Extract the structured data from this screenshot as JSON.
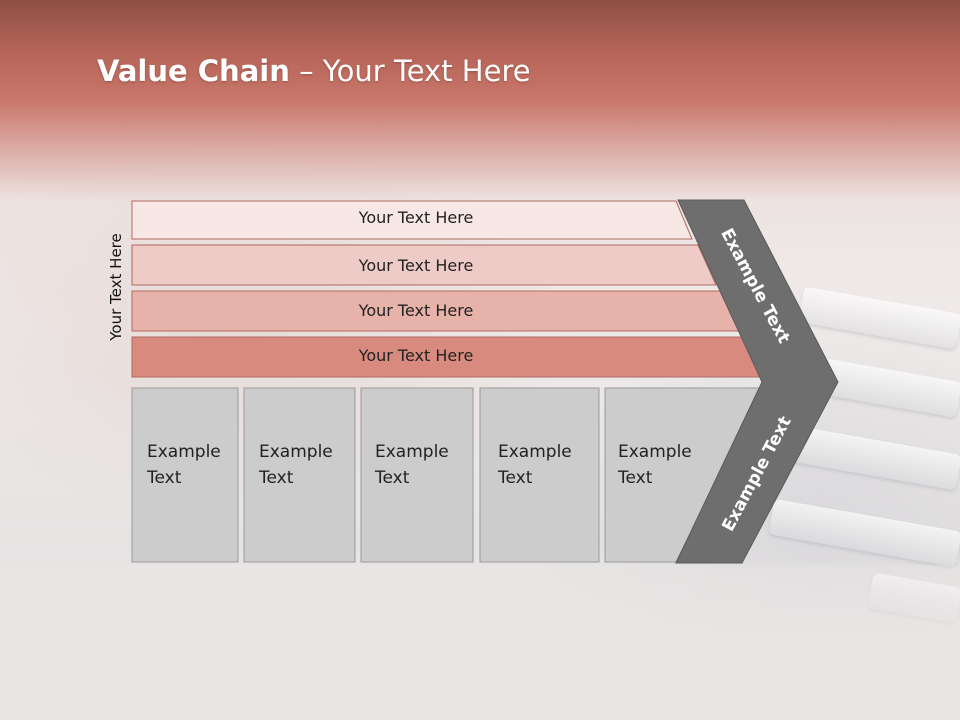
{
  "title": {
    "bold": "Value Chain",
    "rest": " – Your Text Here"
  },
  "side_label": "Your Text Here",
  "bands": [
    {
      "label": "Your Text Here",
      "color": "#f7e8e6"
    },
    {
      "label": "Your Text Here",
      "color": "#efcbc7"
    },
    {
      "label": "Your Text Here",
      "color": "#e6b2aa"
    },
    {
      "label": "Your Text Here",
      "color": "#d98a7e"
    }
  ],
  "boxes": [
    {
      "label": "Example\nText"
    },
    {
      "label": "Example\nText"
    },
    {
      "label": "Example\nText"
    },
    {
      "label": "Example\nText"
    },
    {
      "label": "Example\nText"
    }
  ],
  "arrow": {
    "upper_label": "Example Text",
    "lower_label": "Example Text",
    "color": "#6e6e6e"
  },
  "colors": {
    "box_fill": "#cccccc",
    "box_border": "#9a9a9a",
    "band_border": "#b06a60",
    "title_color": "#ffffff"
  }
}
